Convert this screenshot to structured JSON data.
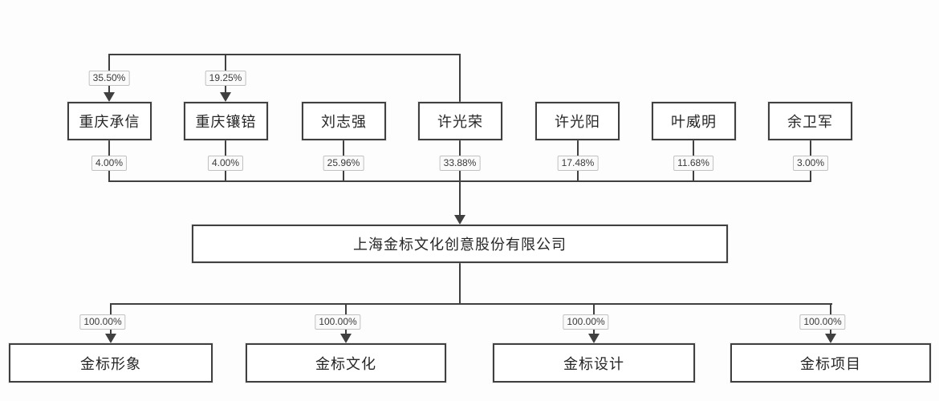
{
  "diagram": {
    "kind": "equity-structure-chart",
    "company": {
      "name": "上海金标文化创意股份有限公司"
    },
    "shareholders": [
      {
        "name": "重庆承信",
        "stake": "4.00%"
      },
      {
        "name": "重庆镶锫",
        "stake": "4.00%"
      },
      {
        "name": "刘志强",
        "stake": "25.96%"
      },
      {
        "name": "许光荣",
        "stake": "33.88%"
      },
      {
        "name": "许光阳",
        "stake": "17.48%"
      },
      {
        "name": "叶威明",
        "stake": "11.68%"
      },
      {
        "name": "余卫军",
        "stake": "3.00%"
      }
    ],
    "upper_links": [
      {
        "from": "许光荣",
        "to": "重庆承信",
        "pct": "35.50%"
      },
      {
        "from": "许光荣",
        "to": "重庆镶锫",
        "pct": "19.25%"
      }
    ],
    "subsidiaries": [
      {
        "name": "金标形象",
        "stake": "100.00%"
      },
      {
        "name": "金标文化",
        "stake": "100.00%"
      },
      {
        "name": "金标设计",
        "stake": "100.00%"
      },
      {
        "name": "金标项目",
        "stake": "100.00%"
      }
    ],
    "colors": {
      "line": "#404040",
      "box_border": "#404040",
      "box_bg": "#ffffff",
      "label_bg": "#fafafa",
      "label_border": "#c2c2c2",
      "text": "#262626"
    }
  }
}
